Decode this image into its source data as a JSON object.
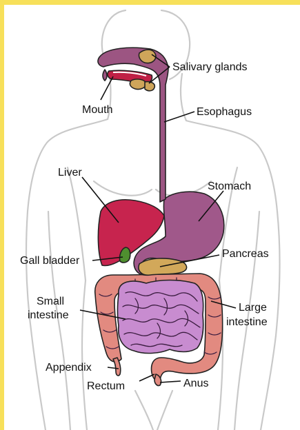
{
  "colors": {
    "frame": "#f7e05a",
    "background": "#ffffff",
    "body_outline": "#c9c9c9",
    "esophagus": "#9c5582",
    "stomach": "#a0588a",
    "liver": "#c7244e",
    "gall_bladder": "#4f8f2f",
    "pancreas": "#d2a85a",
    "salivary_glands": "#cfa55a",
    "large_intestine": "#e28a80",
    "small_intestine": "#c88cd0",
    "mouth_cavity": "#c02046"
  },
  "labels": {
    "salivary_glands": "Salivary glands",
    "mouth": "Mouth",
    "esophagus": "Esophagus",
    "liver": "Liver",
    "stomach": "Stomach",
    "gall_bladder": "Gall bladder",
    "pancreas": "Pancreas",
    "small_intestine_line1": "Small",
    "small_intestine_line2": "intestine",
    "large_intestine_line1": "Large",
    "large_intestine_line2": "intestine",
    "appendix": "Appendix",
    "rectum": "Rectum",
    "anus": "Anus"
  }
}
